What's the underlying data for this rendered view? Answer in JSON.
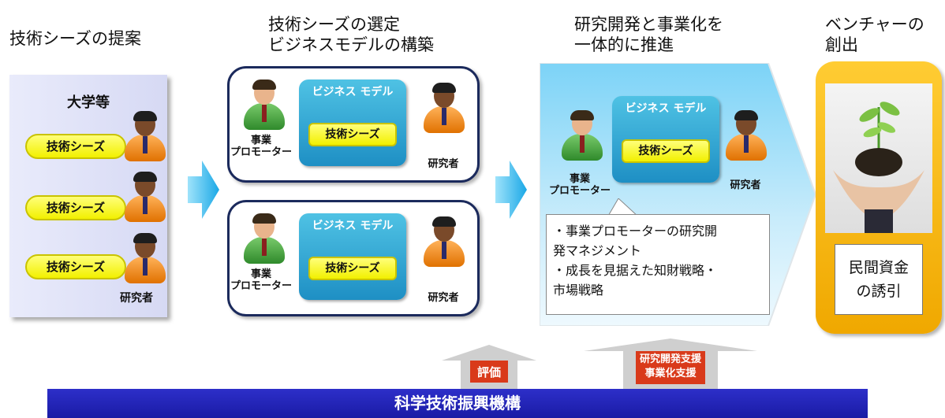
{
  "stages": {
    "proposal_heading": "技術シーズの提案",
    "selection_heading_line1": "技術シーズの選定",
    "selection_heading_line2": "ビジネスモデルの構築",
    "rd_heading_line1": "研究開発と事業化を",
    "rd_heading_line2": "一体的に推進",
    "venture_heading_line1": "ベンチャーの",
    "venture_heading_line2": "創出"
  },
  "university": {
    "title": "大学等",
    "seeds": [
      "技術シーズ",
      "技術シーズ",
      "技術シーズ"
    ],
    "researcher_label": "研究者"
  },
  "model": {
    "business_model_label": "ビジネス モデル",
    "seeds_label": "技術シーズ",
    "promoter_line1": "事業",
    "promoter_line2": "プロモーター",
    "researcher_label": "研究者"
  },
  "callout": {
    "lines": [
      "・事業プロモーターの研究開",
      "発マネジメント",
      "・成長を見据えた知財戦略・",
      "市場戦略"
    ]
  },
  "venture": {
    "capital_line1": "民間資金",
    "capital_line2": "の誘引"
  },
  "support": {
    "evaluation": "評価",
    "rd_support": "研究開発支援",
    "biz_support": "事業化支援"
  },
  "org": {
    "name": "科学技術振興機構"
  },
  "colors": {
    "org_bar": "#1f21b8",
    "seed_yellow": "#f2f000",
    "model_blue": "#1e8fc4",
    "arrow_red": "#d93a1a",
    "venture_gold": "#f0a800"
  }
}
